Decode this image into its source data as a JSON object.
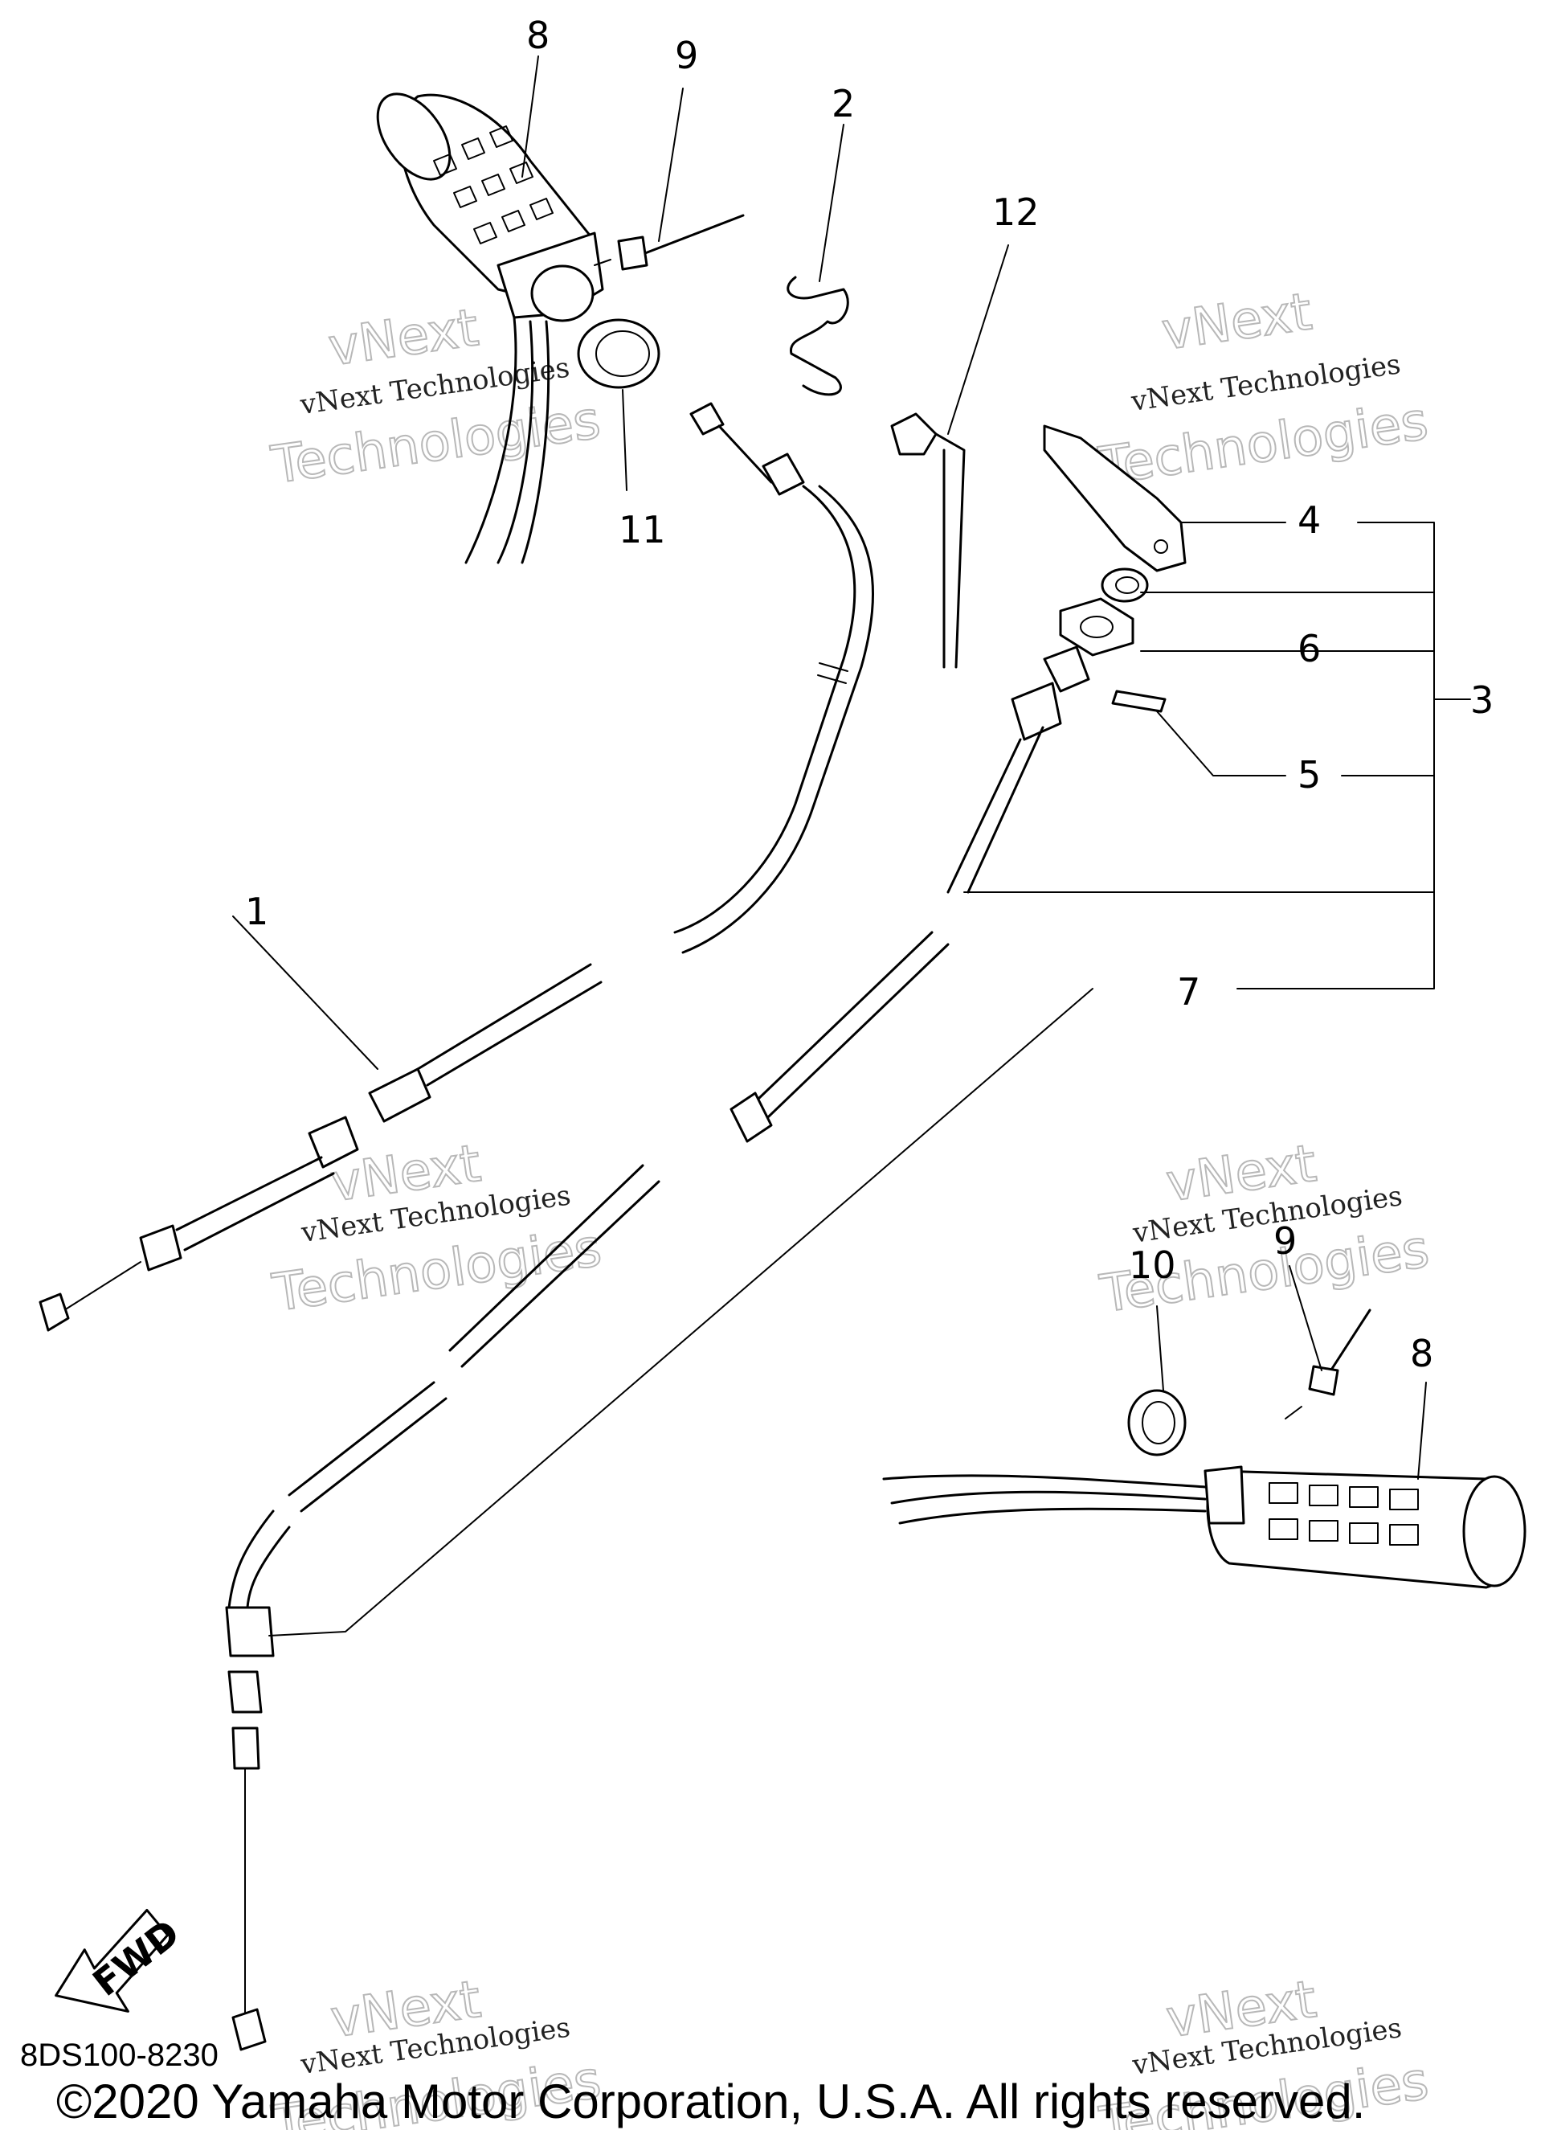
{
  "callouts": [
    "1",
    "2",
    "3",
    "4",
    "5",
    "6",
    "7",
    "8",
    "9",
    "10",
    "11",
    "12"
  ],
  "callout_extra": {
    "left_grip": "8",
    "right_grip": "8",
    "right_screw": "9"
  },
  "watermark": {
    "line1": "vNext",
    "line2": "vNext Technologies",
    "line3": "Technologies"
  },
  "fwd_label": "FWD",
  "diagram_code": "8DS100-8230",
  "copyright": "©2020 Yamaha Motor Corporation, U.S.A. All rights reserved."
}
